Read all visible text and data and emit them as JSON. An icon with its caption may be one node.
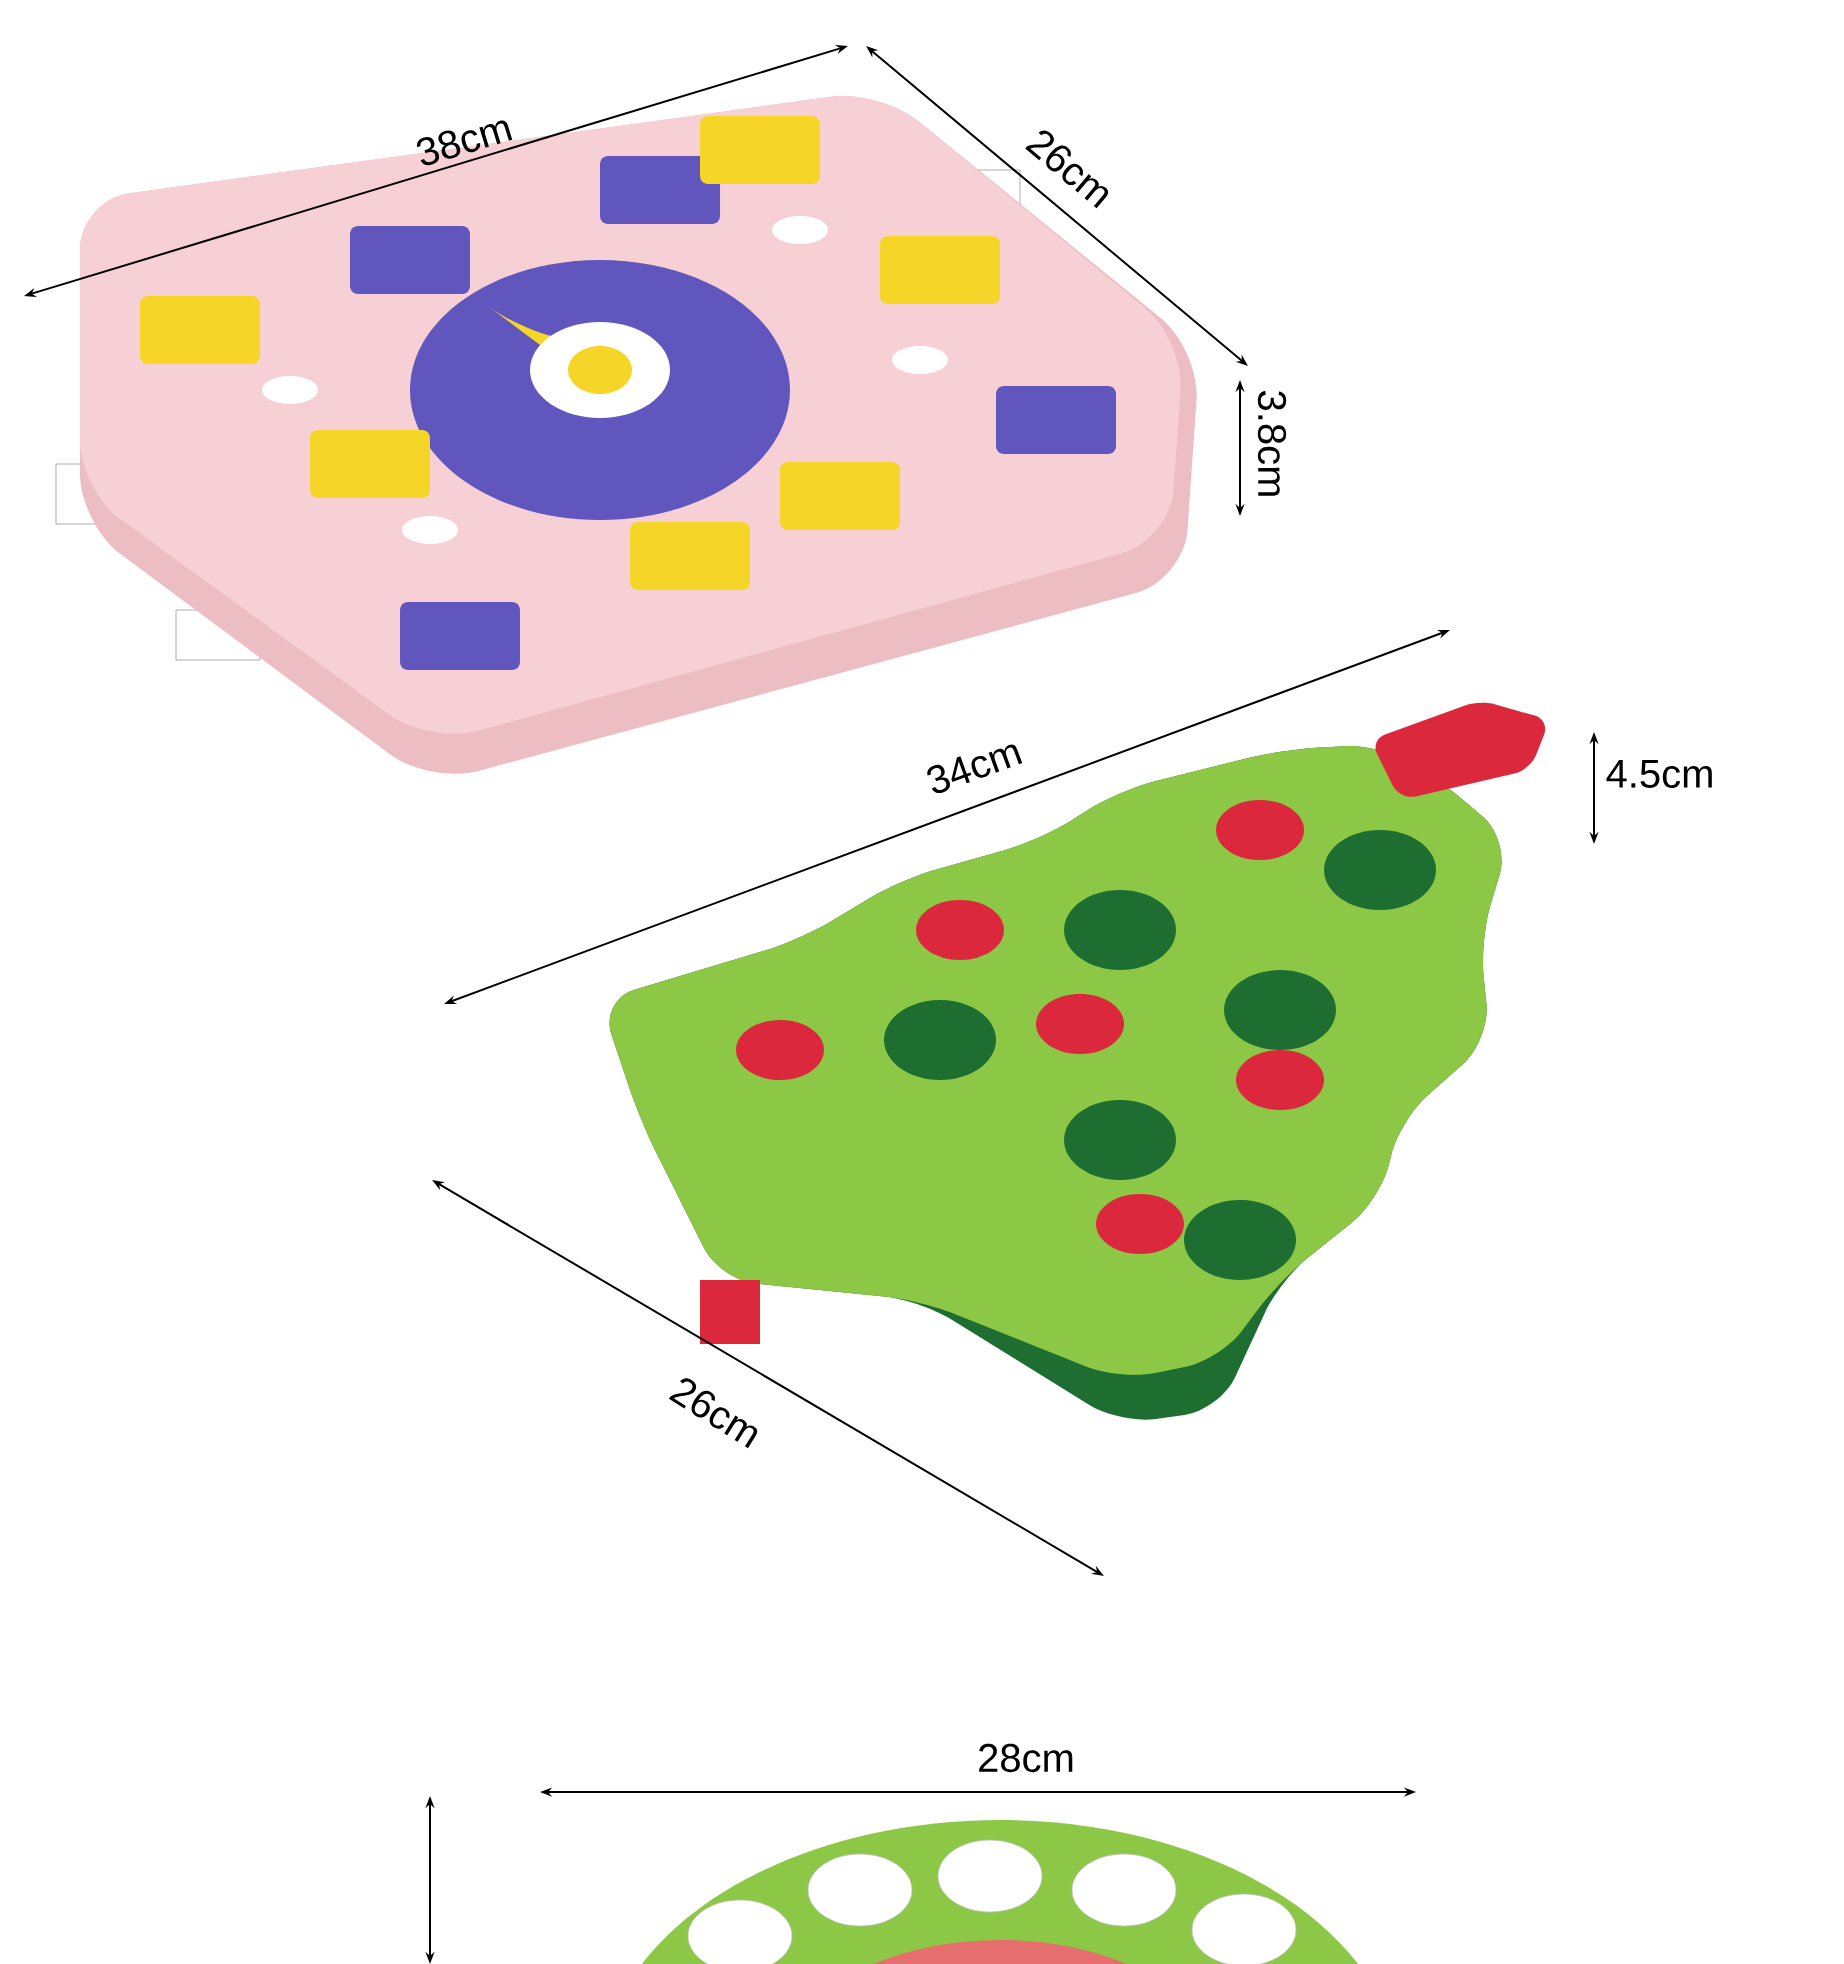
{
  "diagram": {
    "labels": [
      "38cm",
      "26cm",
      "3.8cm",
      "34cm",
      "4.5cm",
      "26cm",
      "28cm"
    ]
  }
}
